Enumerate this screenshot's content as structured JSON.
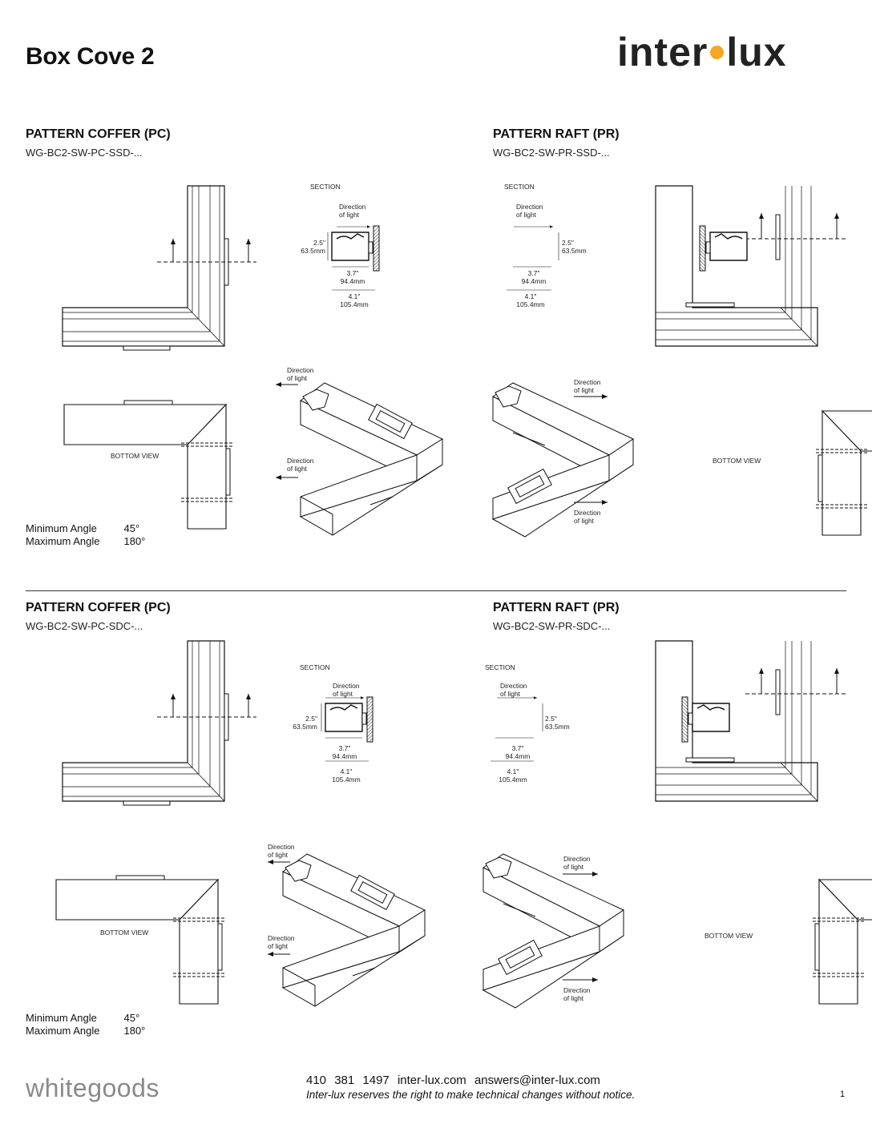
{
  "header": {
    "title": "Box Cove 2",
    "logo_left": "inter",
    "logo_right": "lux"
  },
  "sections": [
    {
      "heading": "PATTERN COFFER (PC)",
      "code": "WG-BC2-SW-PC-SSD-..."
    },
    {
      "heading": "PATTERN RAFT (PR)",
      "code": "WG-BC2-SW-PR-SSD-..."
    },
    {
      "heading": "PATTERN COFFER (PC)",
      "code": "WG-BC2-SW-PC-SDC-..."
    },
    {
      "heading": "PATTERN RAFT (PR)",
      "code": "WG-BC2-SW-PR-SDC-..."
    }
  ],
  "labels": {
    "section": "SECTION",
    "bottom_view": "BOTTOM VIEW",
    "direction_1": "Direction",
    "direction_2": "of light",
    "height_in": "2.5\"",
    "height_mm": "63.5mm",
    "width_in": "3.7\"",
    "width_mm": "94.4mm",
    "overall_in": "4.1\"",
    "overall_mm": "105.4mm"
  },
  "angles": {
    "min_label": "Minimum Angle",
    "min_value": "45°",
    "max_label": "Maximum Angle",
    "max_value": "180°"
  },
  "footer": {
    "brand": "whitegoods",
    "phone": "410 381 1497",
    "website": "inter-lux.com",
    "email": "answers@inter-lux.com",
    "note": "Inter-lux reserves the right to make technical changes without notice.",
    "page": "1"
  }
}
